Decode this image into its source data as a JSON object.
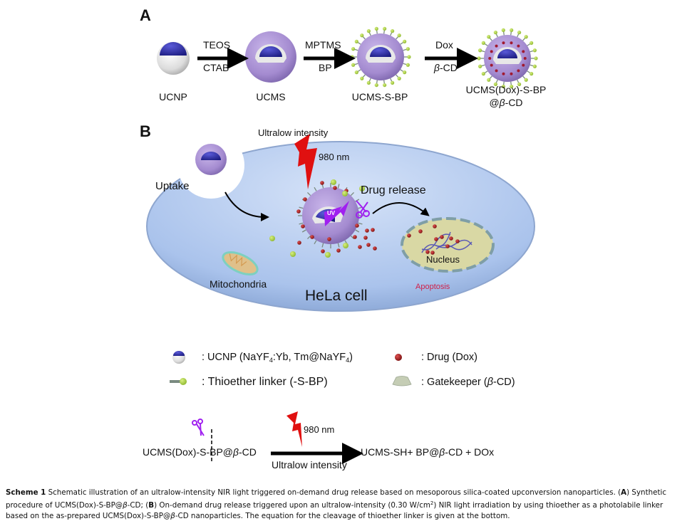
{
  "panel_a": {
    "letter": "A",
    "steps": [
      {
        "label": "UCNP"
      },
      {
        "label": "UCMS"
      },
      {
        "label": "UCMS-S-BP"
      },
      {
        "label_line1": "UCMS(Dox)-S-BP",
        "label_line2_prefix": "@",
        "label_line2_beta": "β",
        "label_line2_suffix": "-CD"
      }
    ],
    "arrows": [
      {
        "top": "TEOS",
        "bottom": "CTAB"
      },
      {
        "top": "MPTMS",
        "bottom": "BP"
      },
      {
        "top": "Dox",
        "bottom_beta": "β",
        "bottom_suffix": "-CD"
      }
    ]
  },
  "panel_b": {
    "letter": "B",
    "light_label": "Ultralow intensity",
    "wavelength": "980 nm",
    "uptake": "Uptake",
    "uv": "UV",
    "drug_release": "Drug release",
    "nucleus": "Nucleus",
    "mitochondria": "Mitochondria",
    "cell": "HeLa cell",
    "apoptosis": "Apoptosis"
  },
  "legend": {
    "ucnp": {
      "prefix": ": UCNP (NaYF",
      "sub1": "4",
      "mid": ":Yb, Tm@NaYF",
      "sub2": "4",
      "suffix": ")"
    },
    "drug": ": Drug (Dox)",
    "linker": ": Thioether linker (-S-BP)",
    "gatekeeper": {
      "prefix": ": Gatekeeper (",
      "beta": "β",
      "suffix": "-CD)"
    }
  },
  "equation": {
    "reactant_prefix": "UCMS(Dox)-S-BP@",
    "reactant_beta": "β",
    "reactant_suffix": "-CD",
    "wavelength": "980 nm",
    "condition": "Ultralow intensity",
    "products_prefix": "UCMS-SH+ BP@",
    "products_beta": "β",
    "products_suffix": "-CD + DOx"
  },
  "caption": {
    "label": "Scheme 1",
    "part1": " Schematic illustration of an ultralow-intensity NIR light triggered on-demand drug release based on mesoporous silica-coated upconversion nanoparticles. (",
    "a": "A",
    "part2": ") Synthetic procedure of UCMS(Dox)-S-BP@",
    "beta1": "β",
    "part3": "-CD; (",
    "b": "B",
    "part4": ") On-demand drug release triggered upon an ultralow-intensity (0.30 W/cm",
    "sup": "2",
    "part5": ") NIR light irradiation by using thioether as a photolabile linker based on the as-prepared UCMS(Dox)-S-BP@",
    "beta2": "β",
    "part6": "-CD nanoparticles. The equation for the cleavage of thioether linker is given at the bottom."
  },
  "colors": {
    "core_blue": "#2a2a9a",
    "silica_purple": "#a48bd0",
    "linker_green": "#8fc24a",
    "drug_red": "#8b1a1a",
    "cell_blue": "#b9cdee",
    "nucleus_fill": "#d9d8a4",
    "laser_red": "#e01010",
    "uv_purple": "#a020f0",
    "apoptosis_red": "#d0204a"
  }
}
